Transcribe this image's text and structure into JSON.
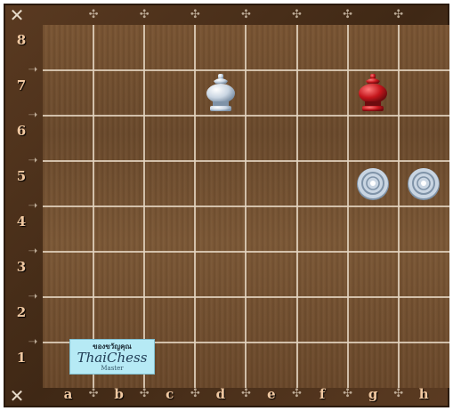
{
  "board": {
    "files": [
      "a",
      "b",
      "c",
      "d",
      "e",
      "f",
      "g",
      "h"
    ],
    "ranks": [
      "8",
      "7",
      "6",
      "5",
      "4",
      "3",
      "2",
      "1"
    ]
  },
  "pieces": [
    {
      "square": "d7",
      "type": "khun",
      "color": "white",
      "icon": "king-icon"
    },
    {
      "square": "g7",
      "type": "khun",
      "color": "red",
      "icon": "king-icon"
    },
    {
      "square": "g5",
      "type": "bia",
      "color": "white",
      "icon": "pawn-icon"
    },
    {
      "square": "h5",
      "type": "bia",
      "color": "white",
      "icon": "pawn-icon"
    }
  ],
  "logo": {
    "top_text": "ของขวัญคุณ",
    "title": "ThaiChess",
    "subtitle": "Master"
  },
  "colors": {
    "board_light": "#7a5533",
    "board_dark": "#6b4a2c",
    "frame": "#4a2f19",
    "grid": "#e3d3bf",
    "coordinate_text": "#f1c9a2",
    "white_piece": "#c9d5e2",
    "red_piece": "#c4161c"
  }
}
